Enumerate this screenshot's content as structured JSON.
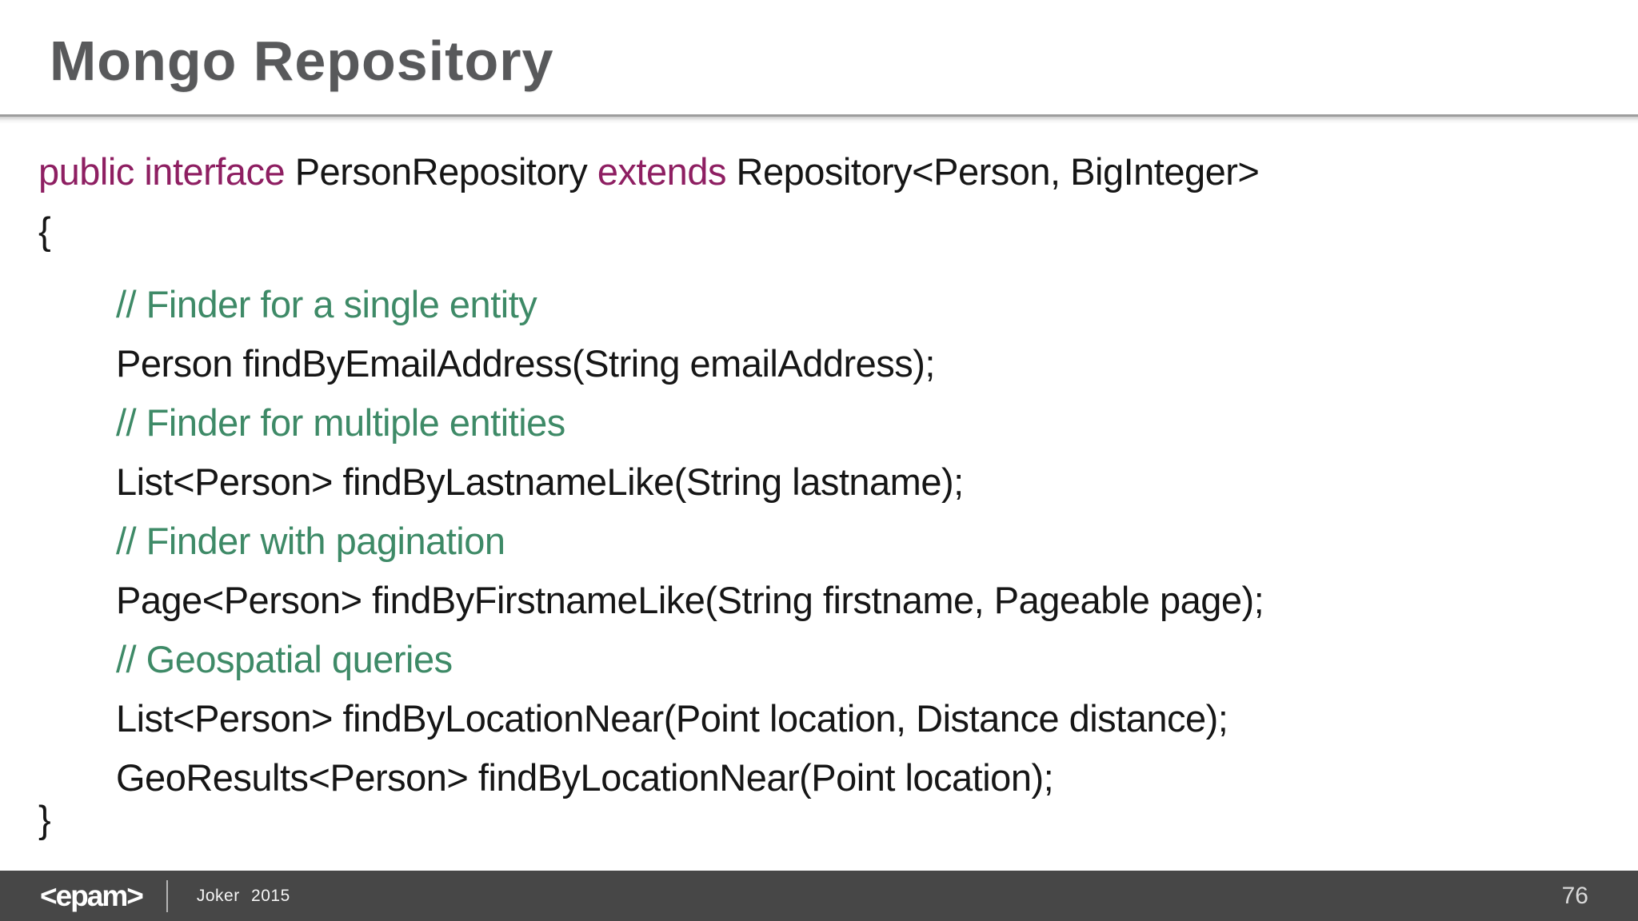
{
  "slide": {
    "title": "Mongo Repository",
    "page_number": "76"
  },
  "footer": {
    "logo_text": "<epam>",
    "event": "Joker 2015"
  },
  "code": {
    "declaration": {
      "keyword1": "public interface",
      "type_name": "PersonRepository",
      "keyword2": "extends",
      "supertype": "Repository<Person, BigInteger>"
    },
    "open_brace": "{",
    "close_brace": "}",
    "body": [
      {
        "type": "comment",
        "text": "// Finder for a single entity"
      },
      {
        "type": "code",
        "text": "Person findByEmailAddress(String emailAddress);"
      },
      {
        "type": "comment",
        "text": "// Finder for multiple entities"
      },
      {
        "type": "code",
        "text": "List<Person> findByLastnameLike(String lastname);"
      },
      {
        "type": "comment",
        "text": "// Finder with pagination"
      },
      {
        "type": "code",
        "text": "Page<Person> findByFirstnameLike(String firstname, Pageable page);"
      },
      {
        "type": "comment",
        "text": "// Geospatial queries"
      },
      {
        "type": "code",
        "text": "List<Person> findByLocationNear(Point location, Distance distance);"
      },
      {
        "type": "code",
        "text": "GeoResults<Person> findByLocationNear(Point location);"
      }
    ]
  },
  "colors": {
    "keyword": "#8E1F62",
    "comment": "#3E8A67",
    "code_text": "#161616",
    "title_text": "#58595B",
    "divider": "#9D9D9D",
    "footer_bg": "#474747",
    "footer_text": "#FFFFFF",
    "page_number_text": "#D9D9D9"
  }
}
